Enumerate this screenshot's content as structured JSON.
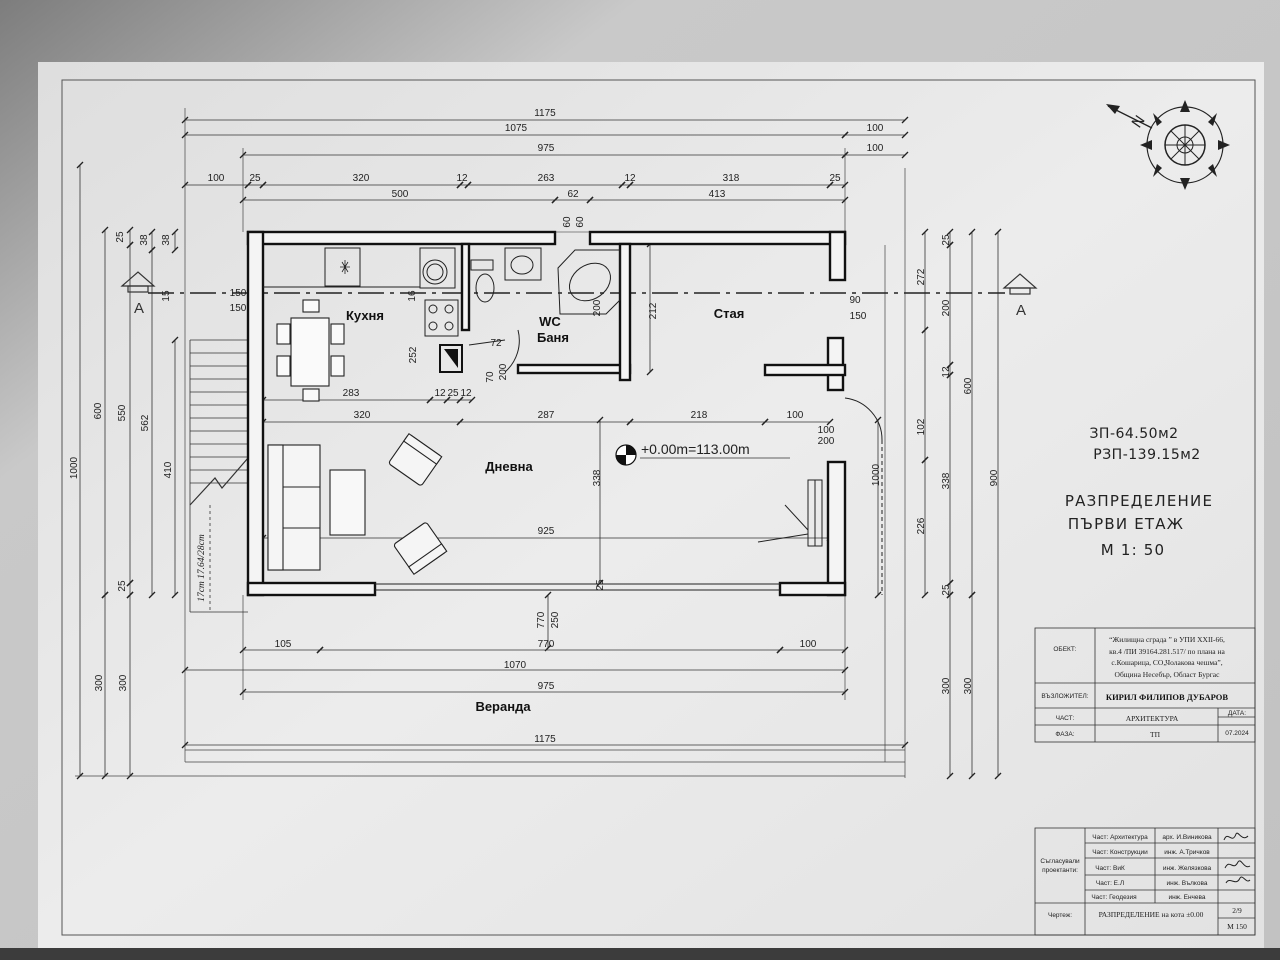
{
  "dims": {
    "top": [
      "1175",
      "1075",
      "100",
      "975",
      "100",
      "100",
      "25",
      "320",
      "12",
      "263",
      "12",
      "318",
      "25",
      "500",
      "62",
      "413",
      "60",
      "60"
    ],
    "left": [
      "25",
      "38",
      "38",
      "15",
      "150",
      "150",
      "1000",
      "600",
      "550",
      "562",
      "410",
      "25",
      "300",
      "300"
    ],
    "interior": [
      "16",
      "212",
      "90",
      "150",
      "200",
      "72",
      "70",
      "200",
      "252",
      "283",
      "12",
      "25",
      "12",
      "320",
      "287",
      "218",
      "100",
      "100",
      "200",
      "338",
      "1000",
      "925",
      "25",
      "770",
      "250"
    ],
    "bottom": [
      "105",
      "770",
      "100",
      "1070",
      "975",
      "1175"
    ],
    "right": [
      "25",
      "272",
      "200",
      "12",
      "600",
      "102",
      "338",
      "900",
      "226",
      "25",
      "300",
      "300"
    ]
  },
  "rooms": {
    "kitchen": "Кухня",
    "wc": "WC",
    "bath": "Баня",
    "room": "Стая",
    "living": "Дневна",
    "veranda": "Веранда"
  },
  "level_mark": "+0.00m=113.00m",
  "stair_note": "17ст 17.64/28ст",
  "section_markers": [
    "A",
    "A"
  ],
  "compass": {
    "north": "N"
  },
  "areas": {
    "zp": "ЗП-64.50м2",
    "rzp": "РЗП-139.15м2"
  },
  "sheet_title": {
    "line1": "РАЗПРЕДЕЛЕНИЕ",
    "line2": "ПЪРВИ ЕТАЖ",
    "scale": "М 1: 50"
  },
  "title_block": {
    "object_label": "ОБЕКТ:",
    "object_lines": [
      "“Жилищна сграда ” в УПИ XXII-66,",
      "кв.4 /ПИ 39164.281.517/ по плана на",
      "с.Кошарица, СО„Чолакова чешма”,",
      "Община Несебър, Област Бургас"
    ],
    "client_label": "ВЪЗЛОЖИТЕЛ:",
    "client": "КИРИЛ ФИЛИПОВ ДУБАРОВ",
    "part_label": "ЧАСТ:",
    "part": "АРХИТЕКТУРА",
    "date_label": "ДАТА:",
    "phase_label": "ФАЗА:",
    "phase": "ТП",
    "date": "07.2024"
  },
  "approvals": {
    "label_1": "Съгласували",
    "label_2": "проектанти:",
    "rows": [
      {
        "part": "Част: Архитектура",
        "engineer": "арх. И.Виникова"
      },
      {
        "part": "Част: Конструкции",
        "engineer": "инж. А.Тричков"
      },
      {
        "part": "Част: ВиК",
        "engineer": "инж. Желязкова"
      },
      {
        "part": "Част: Е.Л",
        "engineer": "инж. Вълкова"
      },
      {
        "part": "Част: Геодезия",
        "engineer": "инж. Енчева"
      }
    ],
    "drawing_label": "Чертеж:",
    "drawing": "РАЗПРЕДЕЛЕНИЕ на кота ±0.00",
    "sheet": "2/9",
    "scale": "М 150"
  }
}
